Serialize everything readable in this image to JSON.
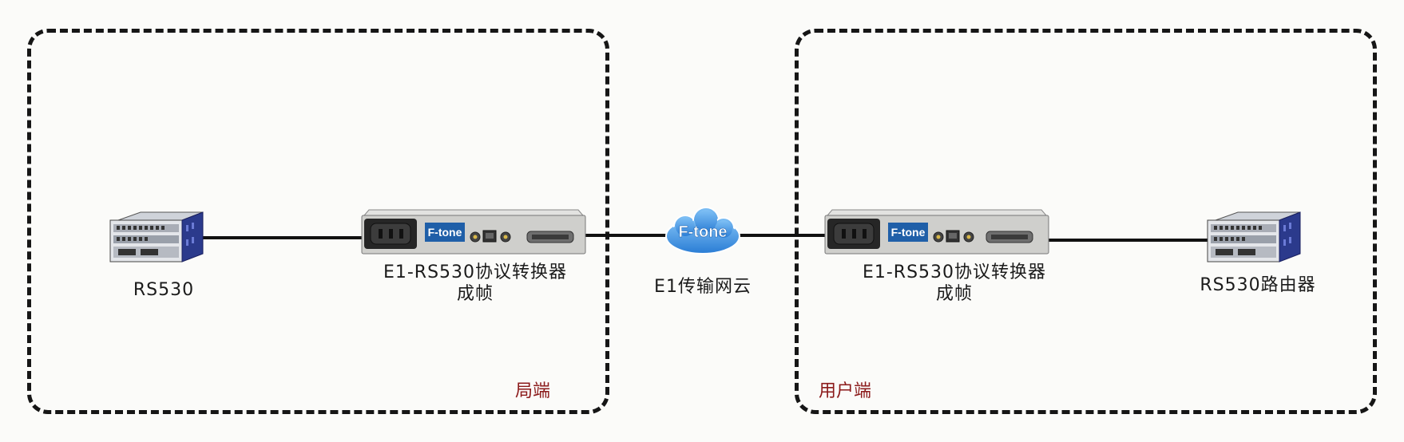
{
  "zones": {
    "local": {
      "label": "局端"
    },
    "user": {
      "label": "用户端"
    }
  },
  "devices": {
    "left_router": {
      "caption": "RS530"
    },
    "left_converter": {
      "caption_line1": "E1-RS530协议转换器",
      "caption_line2": "成帧",
      "brand": "F-tone"
    },
    "cloud": {
      "caption": "E1传输网云",
      "brand": "F-tone"
    },
    "right_converter": {
      "caption_line1": "E1-RS530协议转换器",
      "caption_line2": "成帧",
      "brand": "F-tone"
    },
    "right_router": {
      "caption": "RS530路由器"
    }
  },
  "colors": {
    "zone_label": "#8b1a1a",
    "brand_blue": "#1f5fa8",
    "cloud_blue": "#3a8de0",
    "router_blue": "#2b3a8c"
  }
}
